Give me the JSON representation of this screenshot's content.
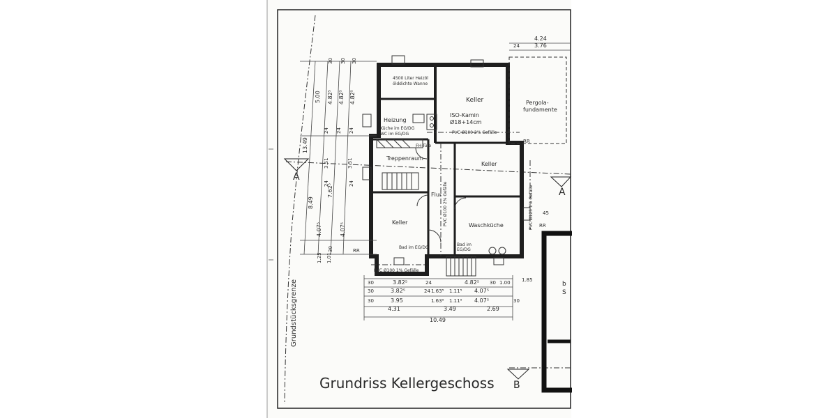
{
  "title": "Grundriss Kellergeschoss",
  "boundary_label": "Grundstücksgrenze",
  "section_markers": {
    "a_left": "A",
    "a_right": "A",
    "b": "B"
  },
  "rooms": {
    "tank": [
      "4500 Liter Heizöl",
      "ölddichte Wanne"
    ],
    "keller_top": "Keller",
    "heizung": "Heizung",
    "kamin": [
      "ISO-Kamin",
      "Ø18+14cm"
    ],
    "note_kueche": "Küche im EG/DG",
    "note_wc": "WC im EG/DG",
    "fh_tuere": "FH-Türe",
    "treppenraum": "Treppenraum",
    "keller_mid": "Keller",
    "flur": "Flur",
    "keller_left": "Keller",
    "waschkueche": "Waschküche",
    "bad_left": "Bad im EG/DG",
    "bad_right": [
      "Bad im",
      "EG/DG"
    ],
    "pergola": [
      "Pergola-",
      "fundamente"
    ]
  },
  "pipes": {
    "top": "PVC Ø100 2% Gefälle",
    "bottom": "PVC Ø100 1% Gefälle",
    "vertical": "PVC Ø100 2% Gefälle",
    "right": "PVC Ø125 1% Gefälle",
    "rr": "RR"
  },
  "dims_left": {
    "d1349": "13.49",
    "d500": "5.00",
    "d482a": "4.82⁵",
    "d482b": "4.82⁵",
    "d482c": "4.82⁵",
    "d849": "8.49",
    "d407a": "4.07⁵",
    "d762": "7.62⁵",
    "d407b": "4.07⁵",
    "d24a": "24",
    "d24b": "24",
    "d24c": "24",
    "d24d": "24",
    "d24e": "24",
    "d351": "3.51",
    "d350": "3.51",
    "d125": "1.25",
    "d101": "1.01",
    "d30a": "30",
    "d30b": "30",
    "d30c": "30",
    "d30d": "30"
  },
  "dims_top": {
    "d424": "4.24",
    "d24": "24",
    "d376": "3.76"
  },
  "dims_bottom": {
    "row1": [
      "30",
      "3.82⁵",
      "24",
      "4.82⁵",
      "30",
      "1.00",
      "1.85"
    ],
    "row2": [
      "30",
      "3.82⁵",
      "24",
      "1.63⁵",
      "1.11⁵",
      "4.07⁵"
    ],
    "row3": [
      "30",
      "3.95",
      "1.63⁵",
      "1.11⁵",
      "4.07⁵",
      "30"
    ],
    "row4": [
      "4.31",
      "3.49",
      "2.69"
    ],
    "row5": "10.49"
  },
  "right_dims": {
    "d45": "45",
    "b_label": "b",
    "s_label": "S"
  }
}
